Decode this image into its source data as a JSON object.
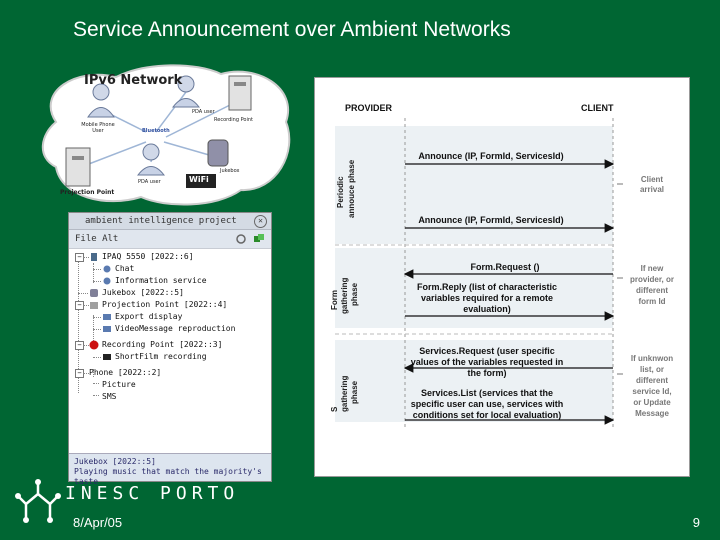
{
  "slide": {
    "title": "Service Announcement over Ambient Networks",
    "date": "8/Apr/05",
    "page_number": "9",
    "logo_text": "INESC PORTO"
  },
  "network": {
    "title": "IPv6 Network",
    "labels": {
      "mobile_phone_user": "Mobile Phone User",
      "pda_user_top": "PDA user",
      "recording_point": "Recording Point",
      "bluetooth": "Bluetooth",
      "jukebox": "Jukebox",
      "pda_user_bottom": "PDA user",
      "wifi": "WiFi",
      "projection_point": "Projection Point"
    }
  },
  "app": {
    "title": "ambient intelligence project",
    "menu": "File  Alt",
    "tree": [
      {
        "label": "IPAQ 5550 [2022::6]",
        "children": [
          "Chat",
          "Information service"
        ]
      },
      {
        "label": "Jukebox [2022::5]",
        "children": []
      },
      {
        "label": "Projection Point [2022::4]",
        "children": [
          "Export display",
          "VideoMessage reproduction"
        ]
      },
      {
        "label": "Recording Point [2022::3]",
        "children": [
          "ShortFilm recording"
        ]
      },
      {
        "label": "Phone [2022::2]",
        "children": [
          "Picture",
          "SMS"
        ]
      }
    ],
    "status": {
      "line1": "Jukebox [2022::5]",
      "line2": "Playing music that match the majority's taste"
    }
  },
  "sequence": {
    "provider": "PROVIDER",
    "client": "CLIENT",
    "phases": {
      "periodic": [
        "Periodic",
        "annouce phase"
      ],
      "form": [
        "Form",
        "gathering",
        "phase"
      ],
      "services": [
        "S",
        "gathering",
        "phase"
      ]
    },
    "messages": {
      "announce1": "Announce (IP, FormId, ServicesId)",
      "announce2": "Announce (IP, FormId, ServicesId)",
      "form_request": "Form.Request ()",
      "form_reply": [
        "Form.Reply (list of characteristic",
        "variables required for a remote",
        "evaluation)"
      ],
      "services_request": [
        "Services.Request (user specific",
        "values of the variables requested in",
        "the form)"
      ],
      "services_list": [
        "Services.List (services that the",
        "specific user can use, services with",
        "conditions set for local evaluation)"
      ]
    },
    "notes": {
      "client_arrival": [
        "Client",
        "arrival"
      ],
      "new_provider": [
        "If new",
        "provider, or",
        "different",
        "form Id"
      ],
      "unknown_list": [
        "If unknwon",
        "list, or",
        "different",
        "service Id,",
        "or Update",
        "Message"
      ]
    }
  },
  "colors": {
    "background": "#006633",
    "text_white": "#ffffff",
    "app_status_text": "#2a2a6a"
  }
}
